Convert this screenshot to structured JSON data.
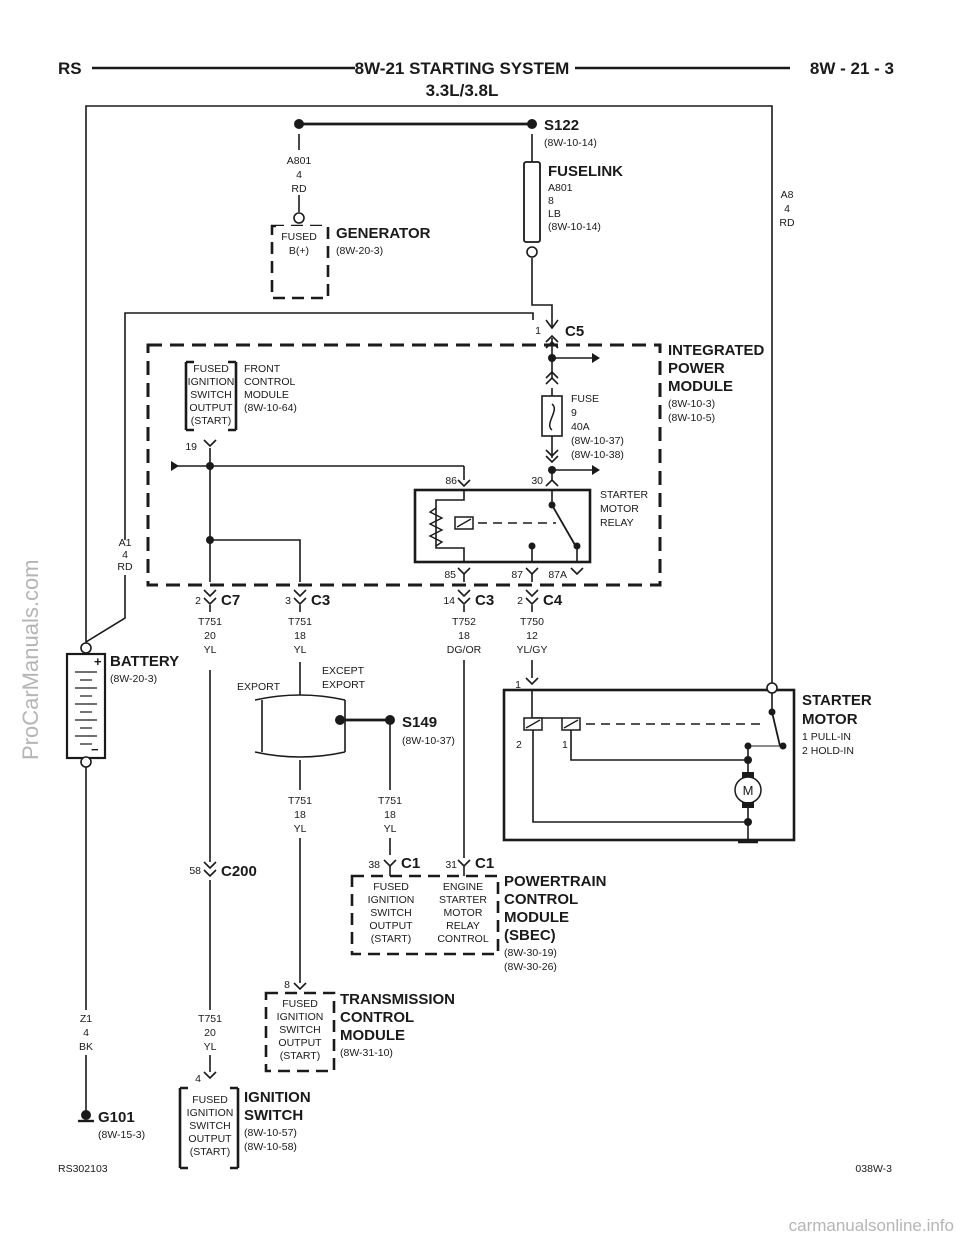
{
  "header": {
    "left": "RS",
    "title": "8W-21 STARTING SYSTEM",
    "subtitle": "3.3L/3.8L",
    "page": "8W - 21 - 3"
  },
  "footer": {
    "left": "RS302103",
    "right": "038W-3"
  },
  "watermarks": {
    "side": "ProCarManuals.com",
    "bottom": "carmanualsonline.info"
  },
  "components": {
    "s122": {
      "name": "S122",
      "ref": "(8W-10-14)"
    },
    "fuselink": {
      "name": "FUSELINK",
      "l1": "A801",
      "l2": "8",
      "l3": "LB",
      "ref": "(8W-10-14)"
    },
    "generator": {
      "name": "GENERATOR",
      "ref": "(8W-20-3)",
      "pin1": "FUSED",
      "pin2": "B(+)"
    },
    "ipm": {
      "l1": "INTEGRATED",
      "l2": "POWER",
      "l3": "MODULE",
      "ref1": "(8W-10-3)",
      "ref2": "(8W-10-5)"
    },
    "fcm": {
      "l1": "FRONT",
      "l2": "CONTROL",
      "l3": "MODULE",
      "ref": "(8W-10-64)",
      "pin": [
        "FUSED",
        "IGNITION",
        "SWITCH",
        "OUTPUT",
        "(START)"
      ],
      "pin_no": "19"
    },
    "fuse": {
      "l1": "FUSE",
      "l2": "9",
      "l3": "40A",
      "ref1": "(8W-10-37)",
      "ref2": "(8W-10-38)"
    },
    "relay": {
      "l1": "STARTER",
      "l2": "MOTOR",
      "l3": "RELAY",
      "p86": "86",
      "p30": "30",
      "p85": "85",
      "p87": "87",
      "p87a": "87A"
    },
    "battery": {
      "name": "BATTERY",
      "ref": "(8W-20-3)",
      "plus": "+",
      "minus": "−"
    },
    "starter": {
      "l1": "STARTER",
      "l2": "MOTOR",
      "n1": "1 PULL-IN",
      "n2": "2 HOLD-IN",
      "pin1": "1",
      "coil2": "2",
      "coil1": "1",
      "motor": "M"
    },
    "s149": {
      "name": "S149",
      "ref": "(8W-10-37)"
    },
    "pcm": {
      "l1": "POWERTRAIN",
      "l2": "CONTROL",
      "l3": "MODULE",
      "l4": "(SBEC)",
      "ref1": "(8W-30-19)",
      "ref2": "(8W-30-26)",
      "pinA": [
        "FUSED",
        "IGNITION",
        "SWITCH",
        "OUTPUT",
        "(START)"
      ],
      "pinB": [
        "ENGINE",
        "STARTER",
        "MOTOR",
        "RELAY",
        "CONTROL"
      ]
    },
    "tcm": {
      "l1": "TRANSMISSION",
      "l2": "CONTROL",
      "l3": "MODULE",
      "ref": "(8W-31-10)",
      "pin": [
        "FUSED",
        "IGNITION",
        "SWITCH",
        "OUTPUT",
        "(START)"
      ],
      "pin_no": "8"
    },
    "ign": {
      "l1": "IGNITION",
      "l2": "SWITCH",
      "ref1": "(8W-10-57)",
      "ref2": "(8W-10-58)",
      "pin": [
        "FUSED",
        "IGNITION",
        "SWITCH",
        "OUTPUT",
        "(START)"
      ],
      "pin_no": "4"
    },
    "g101": {
      "name": "G101",
      "ref": "(8W-15-3)"
    }
  },
  "connectors": {
    "c5": {
      "name": "C5",
      "pin": "1"
    },
    "c7": {
      "name": "C7",
      "pin": "2"
    },
    "c3a": {
      "name": "C3",
      "pin": "3"
    },
    "c3b": {
      "name": "C3",
      "pin": "14"
    },
    "c4": {
      "name": "C4",
      "pin": "2"
    },
    "c1a": {
      "name": "C1",
      "pin": "38"
    },
    "c1b": {
      "name": "C1",
      "pin": "31"
    },
    "c200": {
      "name": "C200",
      "pin": "58"
    }
  },
  "wires": {
    "a801_top": [
      "A801",
      "4",
      "RD"
    ],
    "a8": [
      "A8",
      "4",
      "RD"
    ],
    "a1": [
      "A1",
      "4",
      "RD"
    ],
    "t751_c7": [
      "T751",
      "20",
      "YL"
    ],
    "t751_c3": [
      "T751",
      "18",
      "YL"
    ],
    "t752": [
      "T752",
      "18",
      "DG/OR"
    ],
    "t750": [
      "T750",
      "12",
      "YL/GY"
    ],
    "t751_tcm": [
      "T751",
      "18",
      "YL"
    ],
    "t751_s149": [
      "T751",
      "18",
      "YL"
    ],
    "t751_ign": [
      "T751",
      "20",
      "YL"
    ],
    "z1": [
      "Z1",
      "4",
      "BK"
    ]
  },
  "splice_labels": {
    "export": "EXPORT",
    "except1": "EXCEPT",
    "except2": "EXPORT"
  }
}
